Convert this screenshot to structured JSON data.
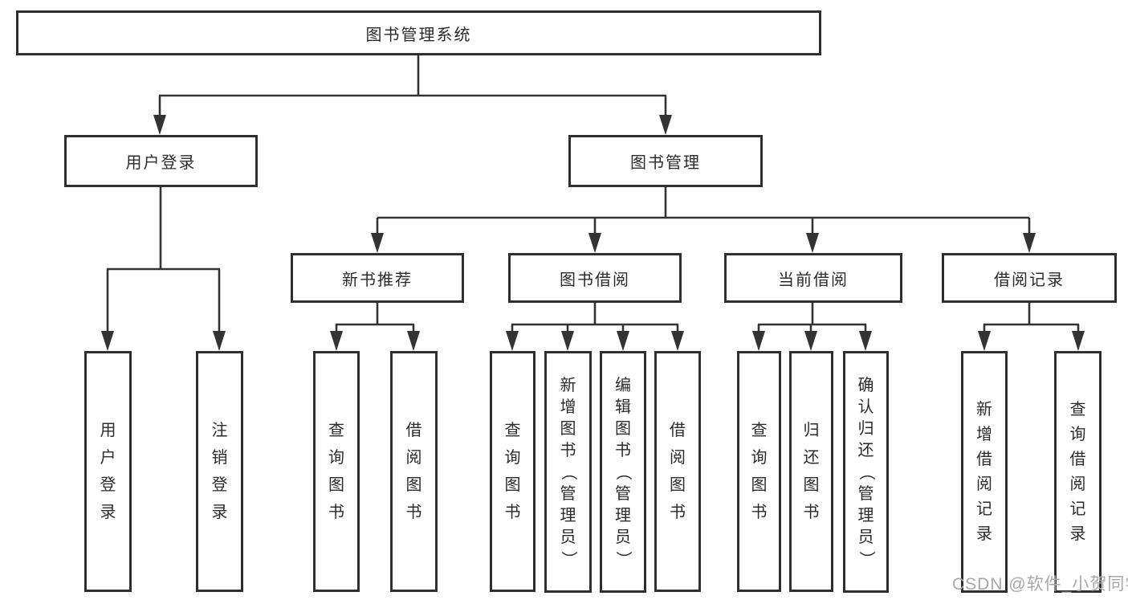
{
  "diagram": {
    "root": {
      "label": "图书管理系统"
    },
    "level2": {
      "user_login": {
        "label": "用户登录"
      },
      "book_mgmt": {
        "label": "图书管理"
      }
    },
    "level3": {
      "new_books": {
        "label": "新书推荐"
      },
      "book_borrow": {
        "label": "图书借阅"
      },
      "current_borrow": {
        "label": "当前借阅"
      },
      "borrow_records": {
        "label": "借阅记录"
      }
    },
    "leaves": {
      "user_login_login": {
        "label": "用户登录"
      },
      "user_login_logout": {
        "label": "注销登录"
      },
      "new_books_query": {
        "label": "查询图书"
      },
      "new_books_borrow": {
        "label": "借阅图书"
      },
      "book_borrow_query": {
        "label": "查询图书"
      },
      "book_borrow_add": {
        "label": "新增图书（管理员）"
      },
      "book_borrow_edit": {
        "label": "编辑图书（管理员）"
      },
      "book_borrow_borrow": {
        "label": "借阅图书"
      },
      "current_query": {
        "label": "查询图书"
      },
      "current_return": {
        "label": "归还图书"
      },
      "current_confirm": {
        "label": "确认归还（管理员）"
      },
      "records_add": {
        "label": "新增借阅记录"
      },
      "records_query": {
        "label": "查询借阅记录"
      }
    },
    "colors": {
      "line": "#333333",
      "box_border": "#2f2f2f",
      "text": "#2b2b2b",
      "watermark": "#a8a8a8",
      "background": "#ffffff"
    }
  },
  "watermark": {
    "text": "CSDN @软件_小贺同学"
  }
}
